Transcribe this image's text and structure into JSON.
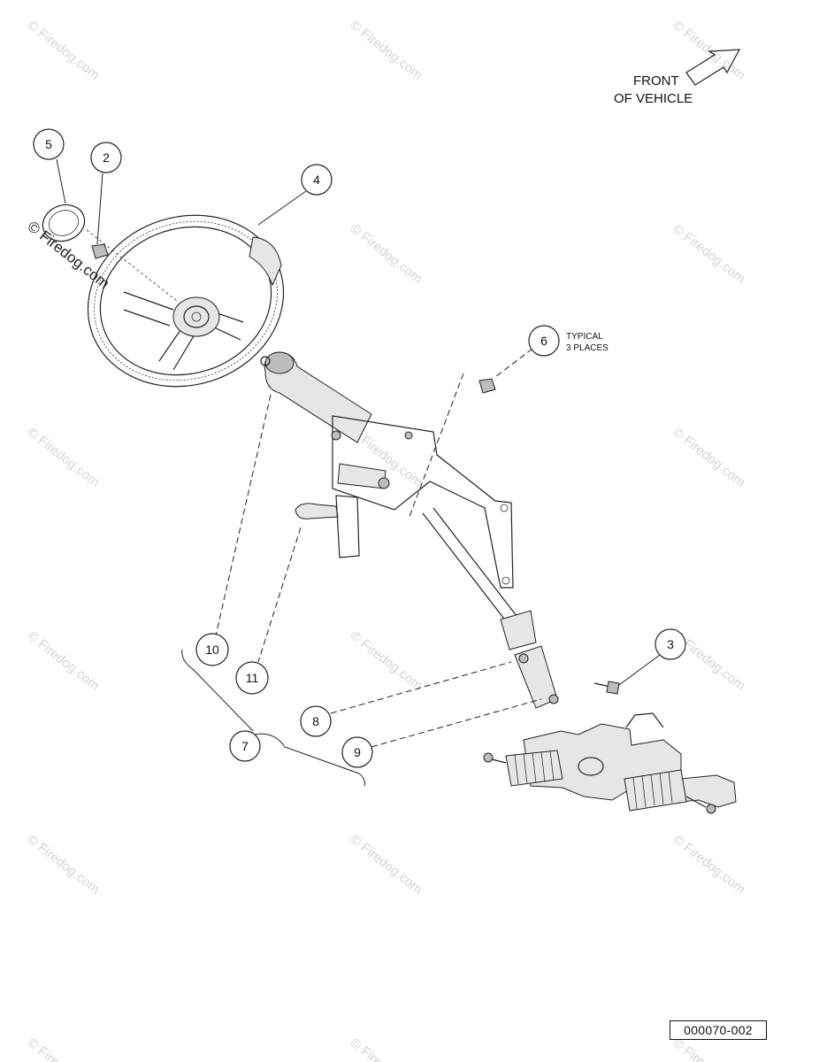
{
  "direction_note": {
    "line1": "FRONT",
    "line2": "OF VEHICLE"
  },
  "typical_note": {
    "line1": "TYPICAL",
    "line2": "3 PLACES"
  },
  "callouts": [
    "5",
    "2",
    "4",
    "6",
    "10",
    "11",
    "7",
    "8",
    "9",
    "3"
  ],
  "watermark": {
    "text": "© Firedog.com"
  },
  "figure_code": "000070-002",
  "colors": {
    "line": "#222222",
    "watermark": "#d4d4d4",
    "background": "#ffffff"
  }
}
